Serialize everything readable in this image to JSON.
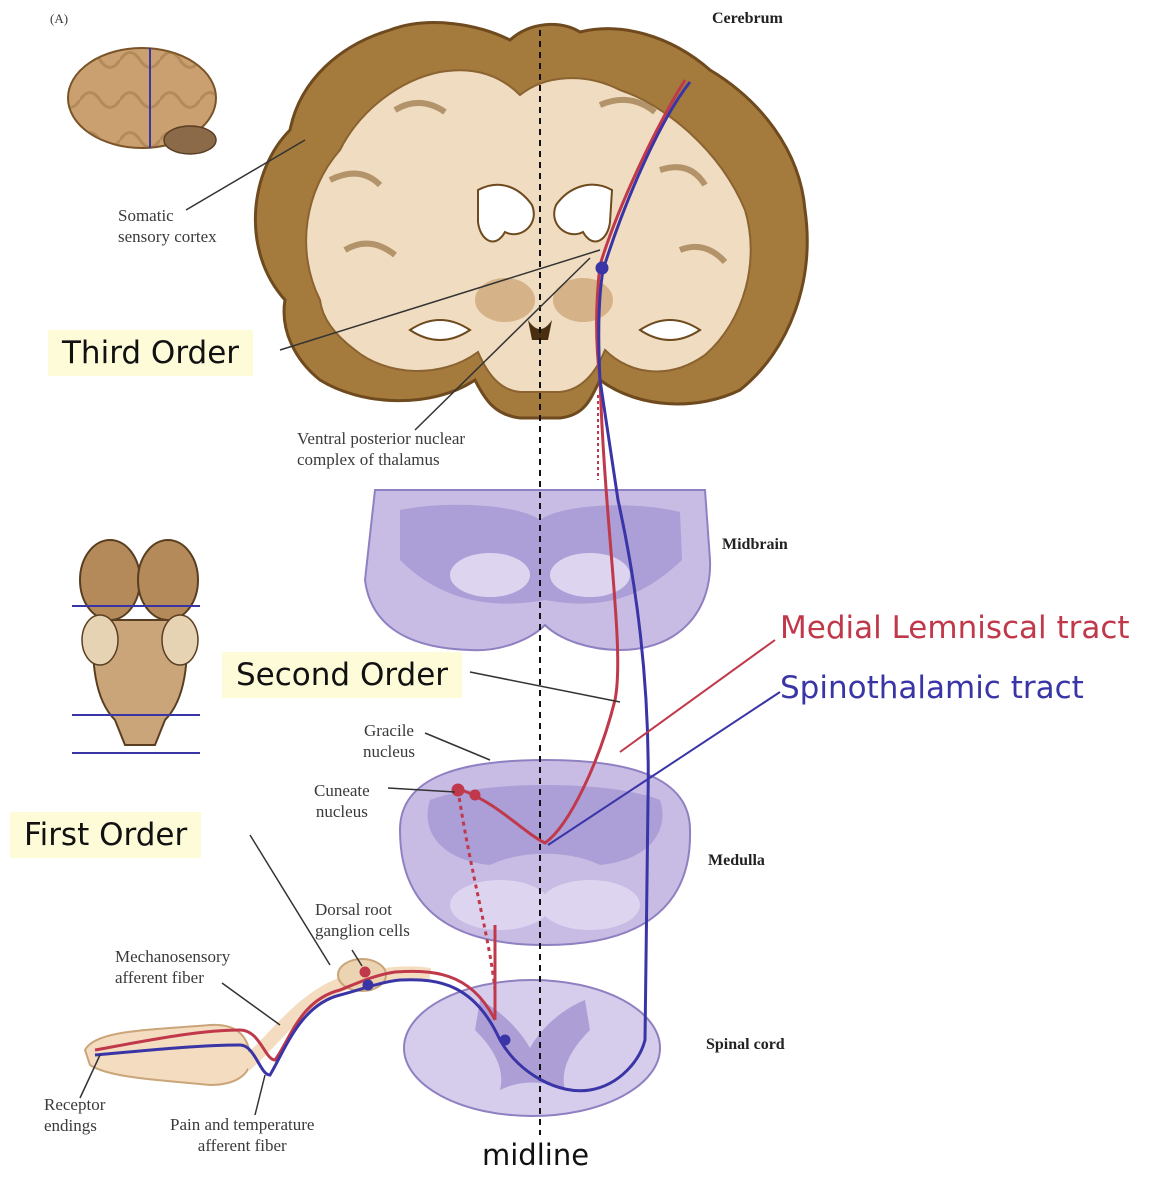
{
  "panel_letter": "(A)",
  "colors": {
    "medial_lemniscal": "#c0394b",
    "spinothalamic": "#3a35a6",
    "cortex": "#a57a3d",
    "white_matter": "#f0dcc0",
    "brainstem": "#b9abd9",
    "order_box": "#fdfbd8"
  },
  "structures": {
    "cerebrum": "Cerebrum",
    "midbrain": "Midbrain",
    "medulla": "Medulla",
    "spinal_cord": "Spinal cord"
  },
  "labels": {
    "somatic_cortex": "Somatic\nsensory cortex",
    "vpn_thalamus": "Ventral posterior nuclear\ncomplex of thalamus",
    "gracile": "Gracile\nnucleus",
    "cuneate": "Cuneate\nnucleus",
    "drg": "Dorsal root\nganglion cells",
    "mechano": "Mechanosensory\nafferent fiber",
    "pain_temp": "Pain and temperature\nafferent fiber",
    "receptor": "Receptor\nendings"
  },
  "orders": {
    "third": "Third Order",
    "second": "Second Order",
    "first": "First Order"
  },
  "tracts": {
    "medial_lemniscal": "Medial Lemniscal tract",
    "spinothalamic": "Spinothalamic tract"
  },
  "midline": "midline"
}
